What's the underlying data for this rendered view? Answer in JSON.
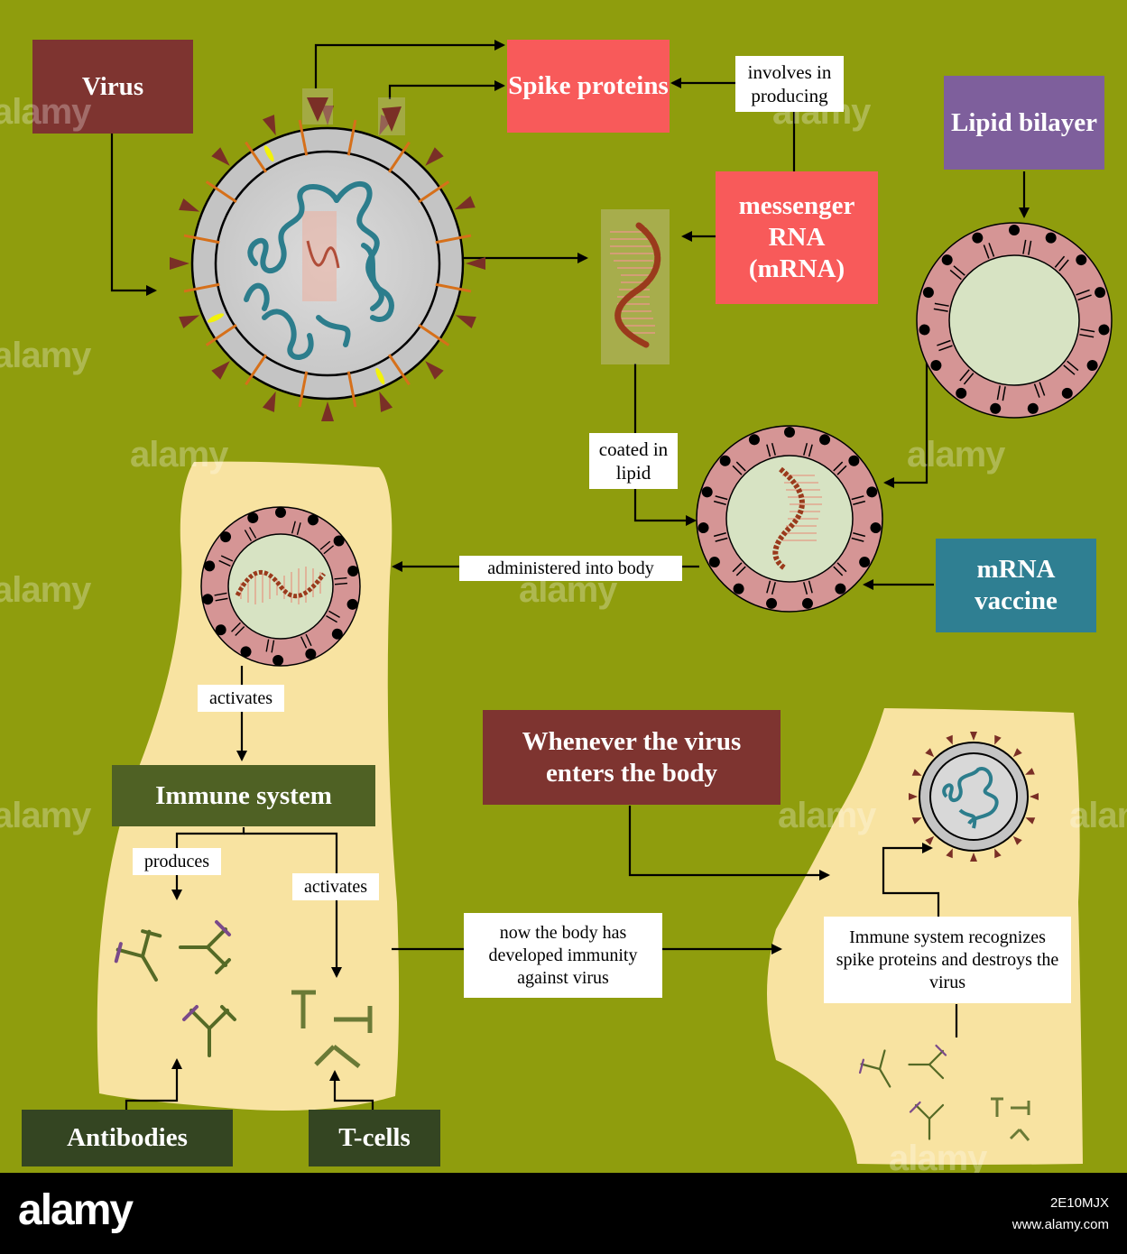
{
  "boxes": {
    "virus": "Virus",
    "spike_proteins": "Spike proteins",
    "lipid_bilayer": "Lipid bilayer",
    "messenger_rna": "messenger RNA (mRNA)",
    "mrna_vaccine": "mRNA vaccine",
    "immune_system": "Immune system",
    "whenever": "Whenever the virus enters the body",
    "antibodies": "Antibodies",
    "t_cells": "T-cells"
  },
  "labels": {
    "involves": "involves in producing",
    "coated": "coated in lipid",
    "administered": "administered into body",
    "activates_1": "activates",
    "produces": "produces",
    "activates_2": "activates",
    "immunity": "now the body has developed immunity against virus",
    "recognizes": "Immune system recognizes spike proteins and destroys the virus"
  },
  "watermark": {
    "text": "alamy",
    "image_id": "2E10MJX",
    "site": "www.alamy.com"
  },
  "colors": {
    "background": "#8f9d0d",
    "virus_box": "#7e3430",
    "spike_box": "#f85a5a",
    "lipid_box": "#7e5f9c",
    "mrna_vaccine_box": "#2f7f92",
    "dark_green_box": "#4f6124",
    "darker_green_box": "#344522",
    "body_panel": "#f8e3a1"
  }
}
